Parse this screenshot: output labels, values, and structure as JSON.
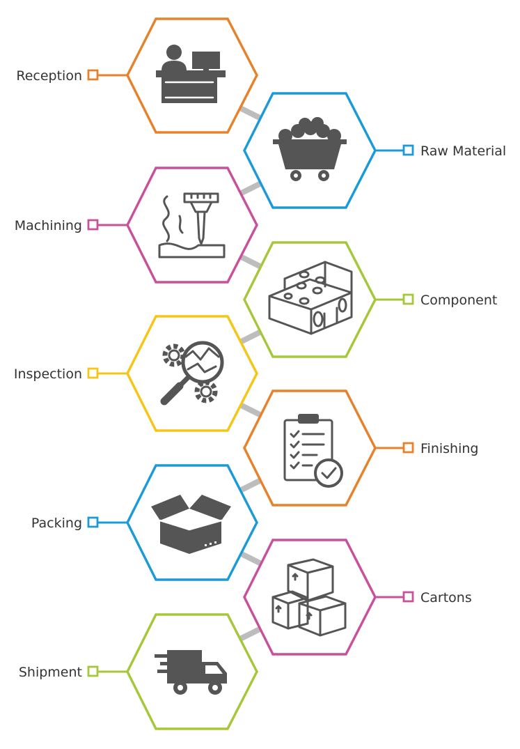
{
  "steps": [
    {
      "label": "Reception",
      "icon": "reception-desk-icon",
      "color": "#E8822A"
    },
    {
      "label": "Raw Material",
      "icon": "ore-cart-icon",
      "color": "#1A9BD7"
    },
    {
      "label": "Machining",
      "icon": "milling-machine-icon",
      "color": "#C9509A"
    },
    {
      "label": "Component",
      "icon": "metal-blocks-icon",
      "color": "#A5C83A"
    },
    {
      "label": "Inspection",
      "icon": "gear-magnifier-icon",
      "color": "#F5C518"
    },
    {
      "label": "Finishing",
      "icon": "checklist-clipboard-icon",
      "color": "#E8822A"
    },
    {
      "label": "Packing",
      "icon": "open-box-icon",
      "color": "#1A9BD7"
    },
    {
      "label": "Cartons",
      "icon": "stacked-cartons-icon",
      "color": "#C9509A"
    },
    {
      "label": "Shipment",
      "icon": "delivery-truck-icon",
      "color": "#A5C83A"
    }
  ],
  "connector_color": "#BDBDBD"
}
